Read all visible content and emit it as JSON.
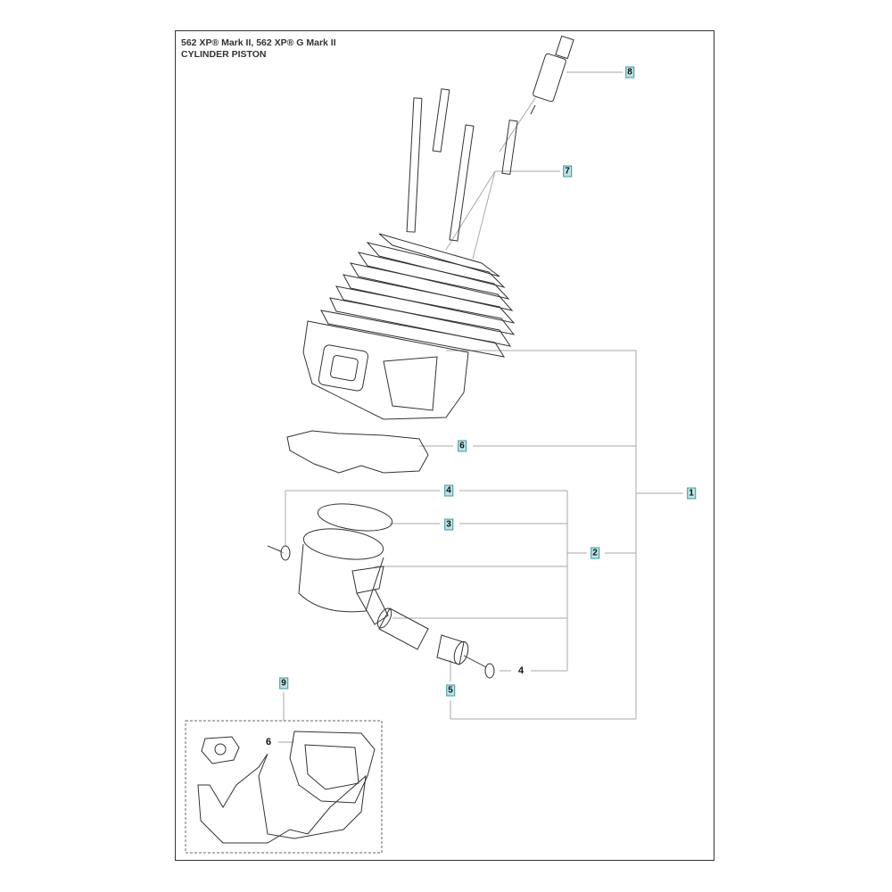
{
  "header": {
    "model_line": "562 XP® Mark II, 562 XP® G Mark II",
    "section": "CYLINDER PISTON"
  },
  "callouts": [
    {
      "id": "8",
      "label": "8"
    },
    {
      "id": "7",
      "label": "7"
    },
    {
      "id": "6a",
      "label": "6"
    },
    {
      "id": "4a",
      "label": "4"
    },
    {
      "id": "3",
      "label": "3"
    },
    {
      "id": "2",
      "label": "2"
    },
    {
      "id": "1",
      "label": "1"
    },
    {
      "id": "5",
      "label": "5"
    },
    {
      "id": "9",
      "label": "9"
    }
  ],
  "plain_labels": {
    "circlip_right": "4",
    "kit_gasket": "6"
  },
  "colors": {
    "callout_bg": "#bfe4e6",
    "callout_border": "#3a9a9e",
    "line": "#999999"
  }
}
